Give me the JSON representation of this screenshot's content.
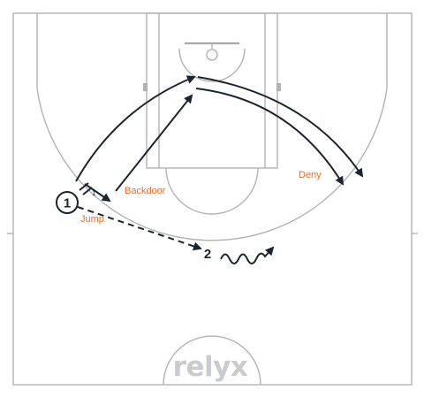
{
  "diagram": {
    "labels": {
      "backdoor": "Backdoor",
      "deny": "Deny",
      "jump": "Jump"
    },
    "players": [
      {
        "id": "player-1",
        "number": "1"
      },
      {
        "id": "player-2",
        "number": "2"
      }
    ],
    "screen_tag": "1",
    "logo": "relyx",
    "colors": {
      "court_lines": "#b3b3b3",
      "action_lines": "#1c2333",
      "labels": "#f26a21",
      "logo": "#c8cbd0"
    }
  }
}
